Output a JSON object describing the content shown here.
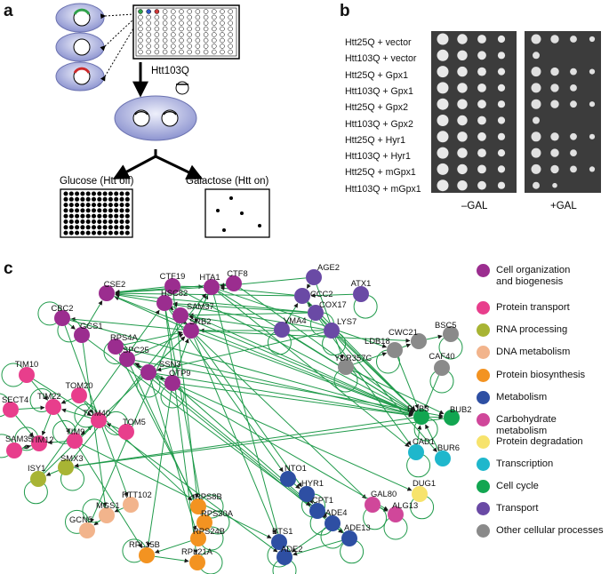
{
  "panels": {
    "a": "a",
    "b": "b",
    "c": "c"
  },
  "panel_a": {
    "transform_label": "Htt103Q",
    "glucose_label": "Glucose (Htt off)",
    "galactose_label": "Galactose (Htt on)"
  },
  "panel_b": {
    "rows": [
      "Htt25Q + vector",
      "Htt103Q + vector",
      "Htt25Q + Gpx1",
      "Htt103Q + Gpx1",
      "Htt25Q + Gpx2",
      "Htt103Q + Gpx2",
      "Htt25Q + Hyr1",
      "Htt103Q + Hyr1",
      "Htt25Q + mGpx1",
      "Htt103Q + mGpx1"
    ],
    "minus_gal": "–GAL",
    "plus_gal": "+GAL",
    "plus_gal_growth": [
      4,
      1,
      4,
      3,
      4,
      1,
      4,
      3,
      4,
      2
    ]
  },
  "legend": [
    {
      "label": "Cell organization\nand biogenesis",
      "color": "#9b2d8f"
    },
    {
      "label": "Protein transport",
      "color": "#e83e8c"
    },
    {
      "label": "RNA processing",
      "color": "#a8b434"
    },
    {
      "label": "DNA metabolism",
      "color": "#f2b48c"
    },
    {
      "label": "Protein biosynthesis",
      "color": "#f39321"
    },
    {
      "label": "Metabolism",
      "color": "#2e4fa3"
    },
    {
      "label": "Carbohydrate metabolism",
      "color": "#d0479a"
    },
    {
      "label": "Protein degradation",
      "color": "#f7e36c"
    },
    {
      "label": "Transcription",
      "color": "#1fb7cc"
    },
    {
      "label": "Cell cycle",
      "color": "#12a651"
    },
    {
      "label": "Transport",
      "color": "#6a4aa5"
    },
    {
      "label": "Other cellular processes",
      "color": "#8a8a8a"
    }
  ],
  "network": {
    "nodes": [
      {
        "id": "CTF19",
        "label": "CTF19",
        "cat": 0
      },
      {
        "id": "CTF8",
        "label": "CTF8",
        "cat": 0
      },
      {
        "id": "AGE2",
        "label": "AGE2",
        "cat": 10
      },
      {
        "id": "CSE2",
        "label": "CSE2",
        "cat": 0
      },
      {
        "id": "HTA1",
        "label": "HTA1",
        "cat": 0
      },
      {
        "id": "HSC82",
        "label": "HSC82",
        "cat": 0
      },
      {
        "id": "CCC2",
        "label": "CCC2",
        "cat": 10
      },
      {
        "id": "ATX1",
        "label": "ATX1",
        "cat": 10
      },
      {
        "id": "CBC2",
        "label": "CBC2",
        "cat": 0
      },
      {
        "id": "SAM37",
        "label": "SAM37",
        "cat": 0
      },
      {
        "id": "COX17",
        "label": "COX17",
        "cat": 10
      },
      {
        "id": "GCS1",
        "label": "GCS1",
        "cat": 0
      },
      {
        "id": "SRB2",
        "label": "SRB2",
        "cat": 0
      },
      {
        "id": "VMA4",
        "label": "VMA4",
        "cat": 10
      },
      {
        "id": "LYS7",
        "label": "LYS7",
        "cat": 10
      },
      {
        "id": "BSC5",
        "label": "BSC5",
        "cat": 11
      },
      {
        "id": "RPS4A",
        "label": "RPS4A",
        "cat": 0
      },
      {
        "id": "SPC25",
        "label": "SPC25",
        "cat": 0
      },
      {
        "id": "CWC21",
        "label": "CWC21",
        "cat": 11
      },
      {
        "id": "LDB18",
        "label": "LDB18",
        "cat": 11
      },
      {
        "id": "SSN3",
        "label": "SSN3",
        "cat": 0
      },
      {
        "id": "CAF40",
        "label": "CAF40",
        "cat": 11
      },
      {
        "id": "TIM10",
        "label": "TIM10",
        "cat": 1
      },
      {
        "id": "YDR357C",
        "label": "YDR357C",
        "cat": 11
      },
      {
        "id": "OTP9",
        "label": "OTP9",
        "cat": 0
      },
      {
        "id": "TOM20",
        "label": "TOM20",
        "cat": 1
      },
      {
        "id": "SECT4",
        "label": "SECT4",
        "cat": 1
      },
      {
        "id": "TIM22",
        "label": "TIM22",
        "cat": 1
      },
      {
        "id": "TOM40",
        "label": "TOM40",
        "cat": 1
      },
      {
        "id": "BUB3",
        "label": "BUB3",
        "cat": 9
      },
      {
        "id": "BUB2",
        "label": "BUB2",
        "cat": 9
      },
      {
        "id": "TOM5",
        "label": "TOM5",
        "cat": 1
      },
      {
        "id": "SAM35",
        "label": "SAM35",
        "cat": 1
      },
      {
        "id": "TIM12",
        "label": "TIM12",
        "cat": 1
      },
      {
        "id": "TIM9",
        "label": "TIM9",
        "cat": 1
      },
      {
        "id": "CAD1",
        "label": "CAD1",
        "cat": 8
      },
      {
        "id": "BUR6",
        "label": "BUR6",
        "cat": 8
      },
      {
        "id": "SMX3",
        "label": "SMX3",
        "cat": 2
      },
      {
        "id": "NTO1",
        "label": "NTO1",
        "cat": 5
      },
      {
        "id": "ISY1",
        "label": "ISY1",
        "cat": 2
      },
      {
        "id": "HYR1",
        "label": "HYR1",
        "cat": 5
      },
      {
        "id": "DUG1",
        "label": "DUG1",
        "cat": 7
      },
      {
        "id": "RTT102",
        "label": "RTT102",
        "cat": 3
      },
      {
        "id": "CPT1",
        "label": "CPT1",
        "cat": 5
      },
      {
        "id": "RPS8B",
        "label": "RPS8B",
        "cat": 4
      },
      {
        "id": "GAL80",
        "label": "GAL80",
        "cat": 6
      },
      {
        "id": "MGS1",
        "label": "MGS1",
        "cat": 3
      },
      {
        "id": "ALG13",
        "label": "ALG13",
        "cat": 6
      },
      {
        "id": "ADE4",
        "label": "ADE4",
        "cat": 5
      },
      {
        "id": "RPS30A",
        "label": "RPS30A",
        "cat": 4
      },
      {
        "id": "GCN5",
        "label": "GCN5",
        "cat": 3
      },
      {
        "id": "ADE13",
        "label": "ADE13",
        "cat": 5
      },
      {
        "id": "RPS24B",
        "label": "RPS24B",
        "cat": 4
      },
      {
        "id": "BTS1",
        "label": "BTS1",
        "cat": 5
      },
      {
        "id": "RPL35B",
        "label": "RPL35B",
        "cat": 4
      },
      {
        "id": "ADE2",
        "label": "ADE2",
        "cat": 5
      },
      {
        "id": "RPL21A",
        "label": "RPL21A",
        "cat": 4
      }
    ],
    "edges": [
      [
        "CTF19",
        "CSE2"
      ],
      [
        "CTF19",
        "HTA1"
      ],
      [
        "CTF8",
        "HTA1"
      ],
      [
        "CTF8",
        "CSE2"
      ],
      [
        "HTA1",
        "CSE2"
      ],
      [
        "HSC82",
        "CSE2"
      ],
      [
        "HSC82",
        "SAM37"
      ],
      [
        "SAM37",
        "SRB2"
      ],
      [
        "SRB2",
        "HTA1"
      ],
      [
        "SRB2",
        "SAM37"
      ],
      [
        "SRB2",
        "CBC2"
      ],
      [
        "SRB2",
        "CSE2"
      ],
      [
        "CBC2",
        "GCS1"
      ],
      [
        "GCS1",
        "CSE2"
      ],
      [
        "RPS4A",
        "SPC25"
      ],
      [
        "SPC25",
        "SSN3"
      ],
      [
        "SSN3",
        "OTP9"
      ],
      [
        "OTP9",
        "SRB2"
      ],
      [
        "OTP9",
        "SPC25"
      ],
      [
        "SSN3",
        "SRB2"
      ],
      [
        "SPC25",
        "SRB2"
      ],
      [
        "RPS4A",
        "SRB2"
      ],
      [
        "HTA1",
        "SRB2"
      ],
      [
        "HSC82",
        "SRB2"
      ],
      [
        "AGE2",
        "HTA1"
      ],
      [
        "CCC2",
        "HTA1"
      ],
      [
        "CCC2",
        "CSE2"
      ],
      [
        "COX17",
        "HSC82"
      ],
      [
        "COX17",
        "CSE2"
      ],
      [
        "VMA4",
        "SAM37"
      ],
      [
        "LYS7",
        "SRB2"
      ],
      [
        "LYS7",
        "SSN3"
      ],
      [
        "LYS7",
        "HSC82"
      ],
      [
        "ATX1",
        "CCC2"
      ],
      [
        "COX17",
        "CCC2"
      ],
      [
        "VMA4",
        "CCC2"
      ],
      [
        "COX17",
        "SAM37"
      ],
      [
        "AGE2",
        "CCC2"
      ],
      [
        "TIM10",
        "TIM22"
      ],
      [
        "SECT4",
        "TIM22"
      ],
      [
        "TOM20",
        "TOM40"
      ],
      [
        "TOM40",
        "TIM22"
      ],
      [
        "TOM5",
        "TOM40"
      ],
      [
        "TIM9",
        "TIM12"
      ],
      [
        "TIM12",
        "SAM35"
      ],
      [
        "TIM9",
        "TOM40"
      ],
      [
        "TIM22",
        "TIM9"
      ],
      [
        "TIM22",
        "TIM12"
      ],
      [
        "TOM40",
        "TIM9"
      ],
      [
        "TOM20",
        "TIM22"
      ],
      [
        "SECT4",
        "TIM12"
      ],
      [
        "TIM10",
        "TOM40"
      ],
      [
        "SAM35",
        "TIM12"
      ],
      [
        "HTA1",
        "BUB3"
      ],
      [
        "SRB2",
        "BUB3"
      ],
      [
        "CTF8",
        "BUB3"
      ],
      [
        "SSN3",
        "BUB3"
      ],
      [
        "SPC25",
        "BUB2"
      ],
      [
        "CTF19",
        "BUB3"
      ],
      [
        "OTP9",
        "BUB3"
      ],
      [
        "CSE2",
        "BUB3"
      ],
      [
        "HSC82",
        "BUB3"
      ],
      [
        "SAM37",
        "BUB3"
      ],
      [
        "CCC2",
        "BUB3"
      ],
      [
        "COX17",
        "BUB3"
      ],
      [
        "AGE2",
        "YDR357C"
      ],
      [
        "HTA1",
        "LDB18"
      ],
      [
        "SRB2",
        "CWC21"
      ],
      [
        "YDR357C",
        "LDB18"
      ],
      [
        "LDB18",
        "CWC21"
      ],
      [
        "CWC21",
        "BSC5"
      ],
      [
        "CAF40",
        "BUB3"
      ],
      [
        "LDB18",
        "BUB3"
      ],
      [
        "YDR357C",
        "BUB2"
      ],
      [
        "BUB3",
        "BUB2"
      ],
      [
        "BUB3",
        "SMX3"
      ],
      [
        "BUB2",
        "SMX3"
      ],
      [
        "CAD1",
        "BUB3"
      ],
      [
        "BUR6",
        "BUB3"
      ],
      [
        "SMX3",
        "ISY1"
      ],
      [
        "ISY1",
        "SRB2"
      ],
      [
        "SMX3",
        "HTA1"
      ],
      [
        "ISY1",
        "HSC82"
      ],
      [
        "CBC2",
        "RTT102"
      ],
      [
        "GCS1",
        "MGS1"
      ],
      [
        "RPS4A",
        "RPS8B"
      ],
      [
        "SPC25",
        "RPS30A"
      ],
      [
        "SSN3",
        "RPS24B"
      ],
      [
        "OTP9",
        "RPL35B"
      ],
      [
        "HSC82",
        "RPL21A"
      ],
      [
        "SAM37",
        "GCN5"
      ],
      [
        "HSC82",
        "NTO1"
      ],
      [
        "SRB2",
        "HYR1"
      ],
      [
        "SSN3",
        "CPT1"
      ],
      [
        "OTP9",
        "ADE4"
      ],
      [
        "SPC25",
        "ADE13"
      ],
      [
        "SRB2",
        "BTS1"
      ],
      [
        "HTA1",
        "ADE2"
      ],
      [
        "SRB2",
        "GAL80"
      ],
      [
        "SSN3",
        "ALG13"
      ],
      [
        "OTP9",
        "DUG1"
      ],
      [
        "CTF19",
        "RPS8B"
      ],
      [
        "HSC82",
        "RPS30A"
      ],
      [
        "NTO1",
        "HYR1"
      ],
      [
        "HYR1",
        "CPT1"
      ],
      [
        "CPT1",
        "ADE4"
      ],
      [
        "ADE4",
        "ADE13"
      ],
      [
        "ADE4",
        "ADE2"
      ],
      [
        "BTS1",
        "ADE2"
      ],
      [
        "ADE13",
        "ADE2"
      ],
      [
        "RPS8B",
        "RPS30A"
      ],
      [
        "RPS30A",
        "RPS24B"
      ],
      [
        "RPS24B",
        "RPL35B"
      ],
      [
        "RPL35B",
        "RPL21A"
      ],
      [
        "MGS1",
        "GCN5"
      ],
      [
        "RTT102",
        "MGS1"
      ],
      [
        "GAL80",
        "ALG13"
      ],
      [
        "HYR1",
        "ADE4"
      ],
      [
        "TOM40",
        "ADE2"
      ],
      [
        "TIM9",
        "BTS1"
      ],
      [
        "TOM20",
        "RPS8B"
      ],
      [
        "TIM22",
        "RPL35B"
      ],
      [
        "GCS1",
        "CPT1"
      ],
      [
        "CBC2",
        "BUB3"
      ],
      [
        "RPS4A",
        "BUB3"
      ],
      [
        "LYS7",
        "BUB3"
      ],
      [
        "VMA4",
        "BUB3"
      ],
      [
        "CCC2",
        "CAD1"
      ],
      [
        "COX17",
        "BUR6"
      ],
      [
        "HTA1",
        "CAD1"
      ]
    ]
  }
}
